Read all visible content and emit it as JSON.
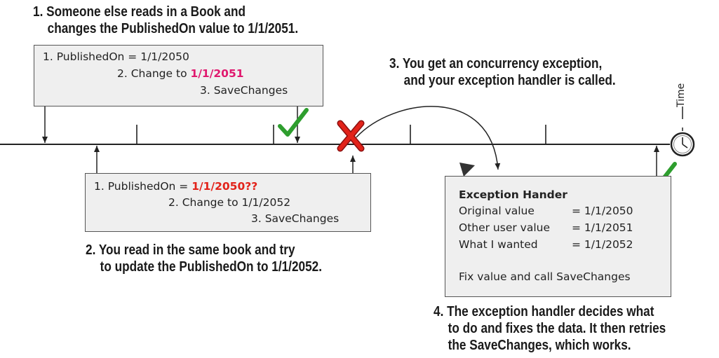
{
  "captions": {
    "step1": {
      "line1": "1. Someone else reads in a Book and",
      "line2": "changes the PublishedOn value to 1/1/2051."
    },
    "step2": {
      "line1": "2. You read in the same book and try",
      "line2": "to update the PublishedOn to 1/1/2052."
    },
    "step3": {
      "line1": "3. You get an concurrency exception,",
      "line2": "and your exception handler is called."
    },
    "step4": {
      "line1": "4. The exception handler decides what",
      "line2": "to do and fixes the data. It then retries",
      "line3": "the SaveChanges, which works."
    }
  },
  "other_user_box": {
    "line1": "1. PublishedOn = 1/1/2050",
    "line2_prefix": "2. Change to ",
    "line2_value": "1/1/2051",
    "line3": "3. SaveChanges"
  },
  "your_box": {
    "line1_prefix": "1. PublishedOn = ",
    "line1_value": "1/1/2050??",
    "line2": "2. Change to 1/1/2052",
    "line3": "3. SaveChanges"
  },
  "handler_box": {
    "title": "Exception Hander",
    "row1_label": "Original value",
    "row1_value": "= 1/1/2050",
    "row2_label": "Other user value",
    "row2_value": "= 1/1/2051",
    "row3_label": "What I wanted",
    "row3_value": "= 1/1/2052",
    "action": "Fix value and call SaveChanges"
  },
  "timeline": {
    "time_label": "Time"
  },
  "colors": {
    "check": "#22a022",
    "cross": "#e2231a",
    "magenta": "#e0186e",
    "box_fill": "#efefef",
    "line": "#222222"
  },
  "icons": [
    "check-mark-icon",
    "cross-mark-icon",
    "clock-icon",
    "cursor-triangle-icon"
  ]
}
